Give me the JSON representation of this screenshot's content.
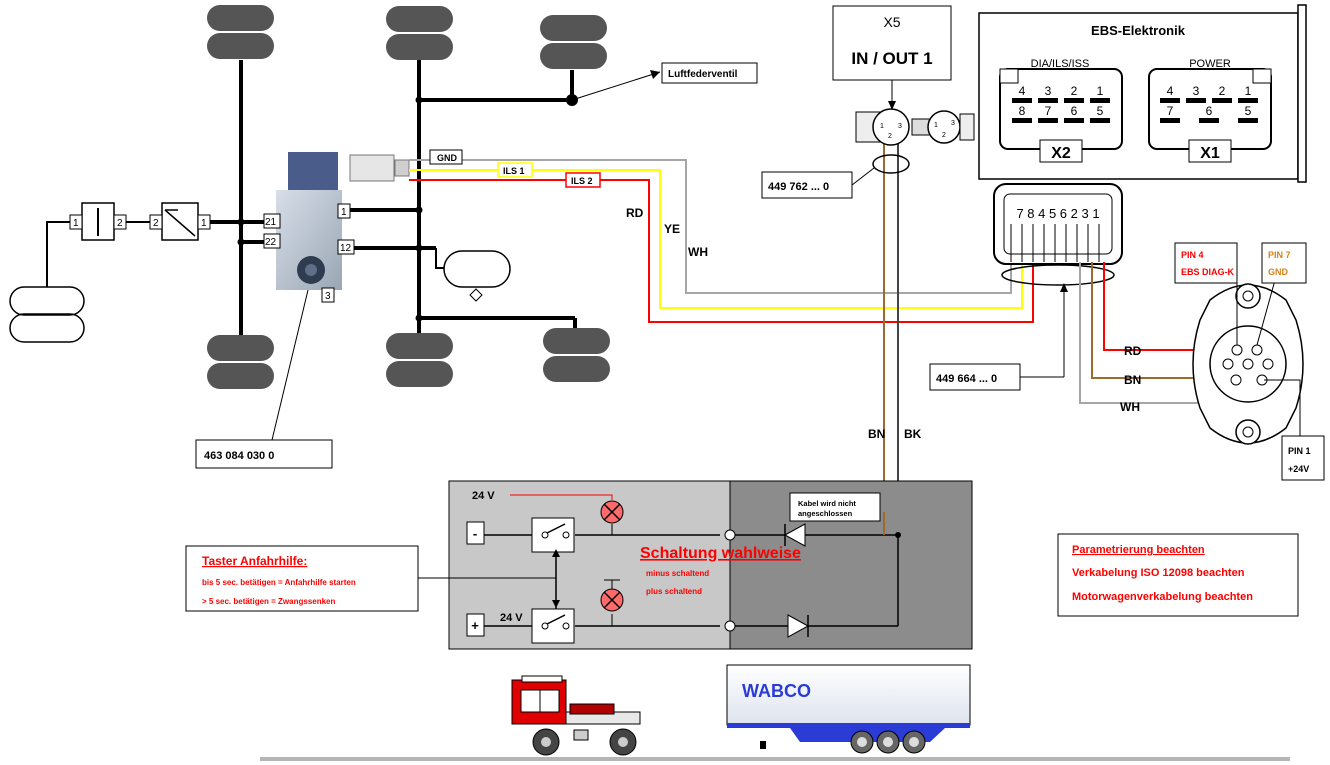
{
  "colors": {
    "red": "#ff0000",
    "yellow": "#ffff00",
    "gray": "#a6a6a6",
    "brown": "#9c6a2c",
    "orange": "#d4821a",
    "dark_panel": "#8c8c8c",
    "light_panel": "#c8c8c8",
    "bellow": "#555555",
    "wabco_blue": "#2a3bd6"
  },
  "ecu": {
    "title": "EBS-Elektronik",
    "dia_label": "DIA/ILS/ISS",
    "power_label": "POWER",
    "x2_label": "X2",
    "x1_label": "X1",
    "x2_pins_top": [
      "4",
      "3",
      "2",
      "1"
    ],
    "x2_pins_bottom": [
      "8",
      "7",
      "6",
      "5"
    ],
    "x1_pins_top": [
      "4",
      "3",
      "2",
      "1"
    ],
    "x1_pins_bottom": [
      "7",
      "6",
      "5"
    ]
  },
  "x5": {
    "label": "X5",
    "sub": "IN / OUT 1"
  },
  "connector": {
    "pins_a": [
      "1",
      "2",
      "3"
    ],
    "pins_b": [
      "1",
      "2",
      "3"
    ]
  },
  "cable_labels": {
    "c1": "449 762 ... 0",
    "c2": "449 664 ... 0",
    "valve": "463 084 030 0"
  },
  "labels": {
    "luftfederventil": "Luftfederventil",
    "gnd": "GND",
    "ils1": "ILS 1",
    "ils2": "ILS 2",
    "rd": "RD",
    "ye": "YE",
    "wh": "WH",
    "bn": "BN",
    "bk": "BK",
    "rd2": "RD",
    "bn2": "BN",
    "wh2": "WH",
    "plug_pins": "7 8 4 5 6 2 3 1"
  },
  "valve_ports": [
    "1",
    "2",
    "2",
    "1",
    "21",
    "22",
    "1",
    "12",
    "3"
  ],
  "pin_boxes": {
    "pin4_a": "PIN 4",
    "pin4_b": "EBS DIAG-K",
    "pin7_a": "PIN 7",
    "pin7_b": "GND",
    "pin1_a": "PIN 1",
    "pin1_b": "+24V"
  },
  "circuit": {
    "v24_top": "24 V",
    "v24_bottom": "24 V",
    "minus": "-",
    "plus": "+",
    "title": "Schaltung wahlweise",
    "minus_text": "minus  schaltend",
    "plus_text": "plus   schaltend",
    "note_a": "Kabel wird nicht",
    "note_b": "angeschlossen"
  },
  "taster": {
    "title": "Taster Anfahrhilfe:",
    "line1": "bis 5 sec. betätigen = Anfahrhilfe starten",
    "line2": "> 5 sec. betätigen    = Zwangssenken"
  },
  "notes": {
    "n1": "Parametrierung beachten",
    "n2": "Verkabelung ISO 12098 beachten",
    "n3": "Motorwagenverkabelung beachten"
  },
  "trailer": {
    "brand": "WABCO"
  }
}
